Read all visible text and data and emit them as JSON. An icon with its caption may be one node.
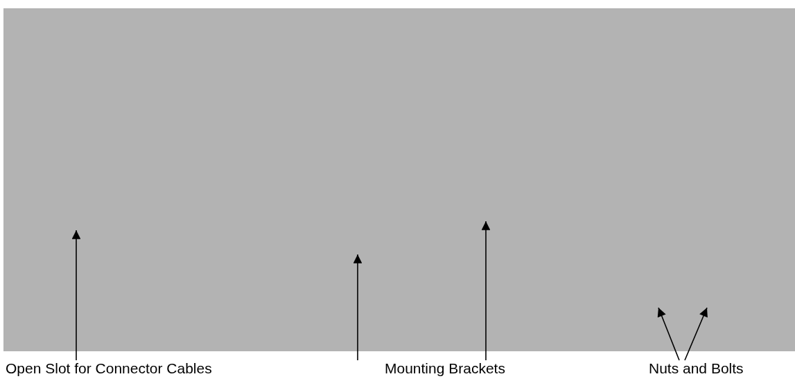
{
  "diagram": {
    "nodes": [
      {
        "text": [
          "Open Slot for Connector Cables"
        ]
      },
      {
        "text": [
          "Mounting Brackets"
        ]
      },
      {
        "text": [
          "Nuts and Bolts"
        ]
      }
    ],
    "edges": [
      {
        "from": 0,
        "to": null,
        "arrow": "to"
      },
      {
        "from": 1,
        "to": null,
        "arrow": "to"
      },
      {
        "from": 1,
        "to": null,
        "arrow": "to"
      },
      {
        "from": 2,
        "to": null,
        "arrow": "to"
      },
      {
        "from": 2,
        "to": null,
        "arrow": "to"
      }
    ]
  }
}
